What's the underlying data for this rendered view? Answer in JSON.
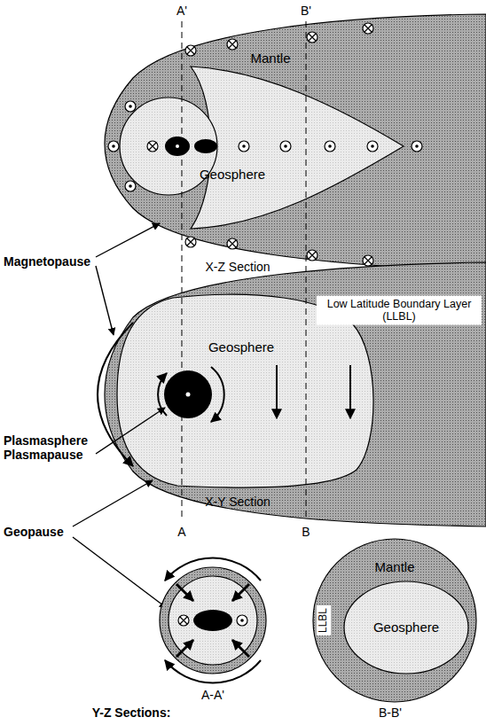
{
  "diagram": {
    "nodes": [
      {
        "text": [
          "Mantle"
        ]
      },
      {
        "text": [
          "Geosphere"
        ],
        "in": 0
      },
      {
        "text": [
          "Low Latitude Boundary Layer (LLBL)"
        ]
      },
      {
        "text": [
          "Geosphere"
        ],
        "in": 2
      },
      {
        "text": [
          "Mantle"
        ]
      },
      {
        "text": [
          "Geosphere"
        ],
        "in": 4
      }
    ],
    "labels": [
      "A'",
      "B'",
      "Magnetopause",
      "X-Z Section",
      "Plasmasphere Plasmapause",
      "X-Y Section",
      "Geopause",
      "A",
      "B",
      "LLBL",
      "A-A'",
      "Y-Z Sections:",
      "B-B'"
    ]
  }
}
